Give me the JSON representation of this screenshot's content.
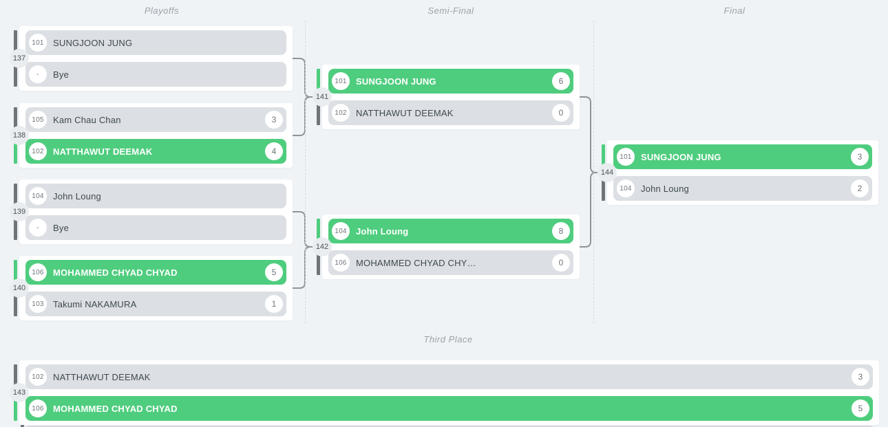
{
  "headers": {
    "playoffs": "Playoffs",
    "semi_final": "Semi-Final",
    "final": "Final",
    "third_place": "Third Place"
  },
  "colors": {
    "background": "#eff3f6",
    "winner_green": "#4fcd7e",
    "row_gray": "#dcdfe3",
    "bar_dark": "#6f7478",
    "connector_gray": "#8e9499",
    "card_white": "#ffffff"
  },
  "matches": [
    {
      "number": "137",
      "round": "Playoffs",
      "players": [
        {
          "seed": "101",
          "name": "SUNGJOON JUNG",
          "score": "",
          "winner": false
        },
        {
          "seed": "-",
          "name": "Bye",
          "score": "",
          "winner": false
        }
      ]
    },
    {
      "number": "138",
      "round": "Playoffs",
      "players": [
        {
          "seed": "105",
          "name": "Kam Chau Chan",
          "score": "3",
          "winner": false
        },
        {
          "seed": "102",
          "name": "NATTHAWUT DEEMAK",
          "score": "4",
          "winner": true
        }
      ]
    },
    {
      "number": "139",
      "round": "Playoffs",
      "players": [
        {
          "seed": "104",
          "name": "John Loung",
          "score": "",
          "winner": false
        },
        {
          "seed": "-",
          "name": "Bye",
          "score": "",
          "winner": false
        }
      ]
    },
    {
      "number": "140",
      "round": "Playoffs",
      "players": [
        {
          "seed": "106",
          "name": "MOHAMMED CHYAD CHYAD",
          "score": "5",
          "winner": true
        },
        {
          "seed": "103",
          "name": "Takumi NAKAMURA",
          "score": "1",
          "winner": false
        }
      ]
    },
    {
      "number": "141",
      "round": "Semi-Final",
      "players": [
        {
          "seed": "101",
          "name": "SUNGJOON JUNG",
          "score": "6",
          "winner": true
        },
        {
          "seed": "102",
          "name": "NATTHAWUT DEEMAK",
          "score": "0",
          "winner": false
        }
      ]
    },
    {
      "number": "142",
      "round": "Semi-Final",
      "players": [
        {
          "seed": "104",
          "name": "John Loung",
          "score": "8",
          "winner": true
        },
        {
          "seed": "106",
          "name": "MOHAMMED CHYAD CHY…",
          "score": "0",
          "winner": false
        }
      ]
    },
    {
      "number": "144",
      "round": "Final",
      "players": [
        {
          "seed": "101",
          "name": "SUNGJOON JUNG",
          "score": "3",
          "winner": true
        },
        {
          "seed": "104",
          "name": "John Loung",
          "score": "2",
          "winner": false
        }
      ]
    },
    {
      "number": "143",
      "round": "Third Place",
      "players": [
        {
          "seed": "102",
          "name": "NATTHAWUT DEEMAK",
          "score": "3",
          "winner": false
        },
        {
          "seed": "106",
          "name": "MOHAMMED CHYAD CHYAD",
          "score": "5",
          "winner": true
        }
      ]
    }
  ]
}
